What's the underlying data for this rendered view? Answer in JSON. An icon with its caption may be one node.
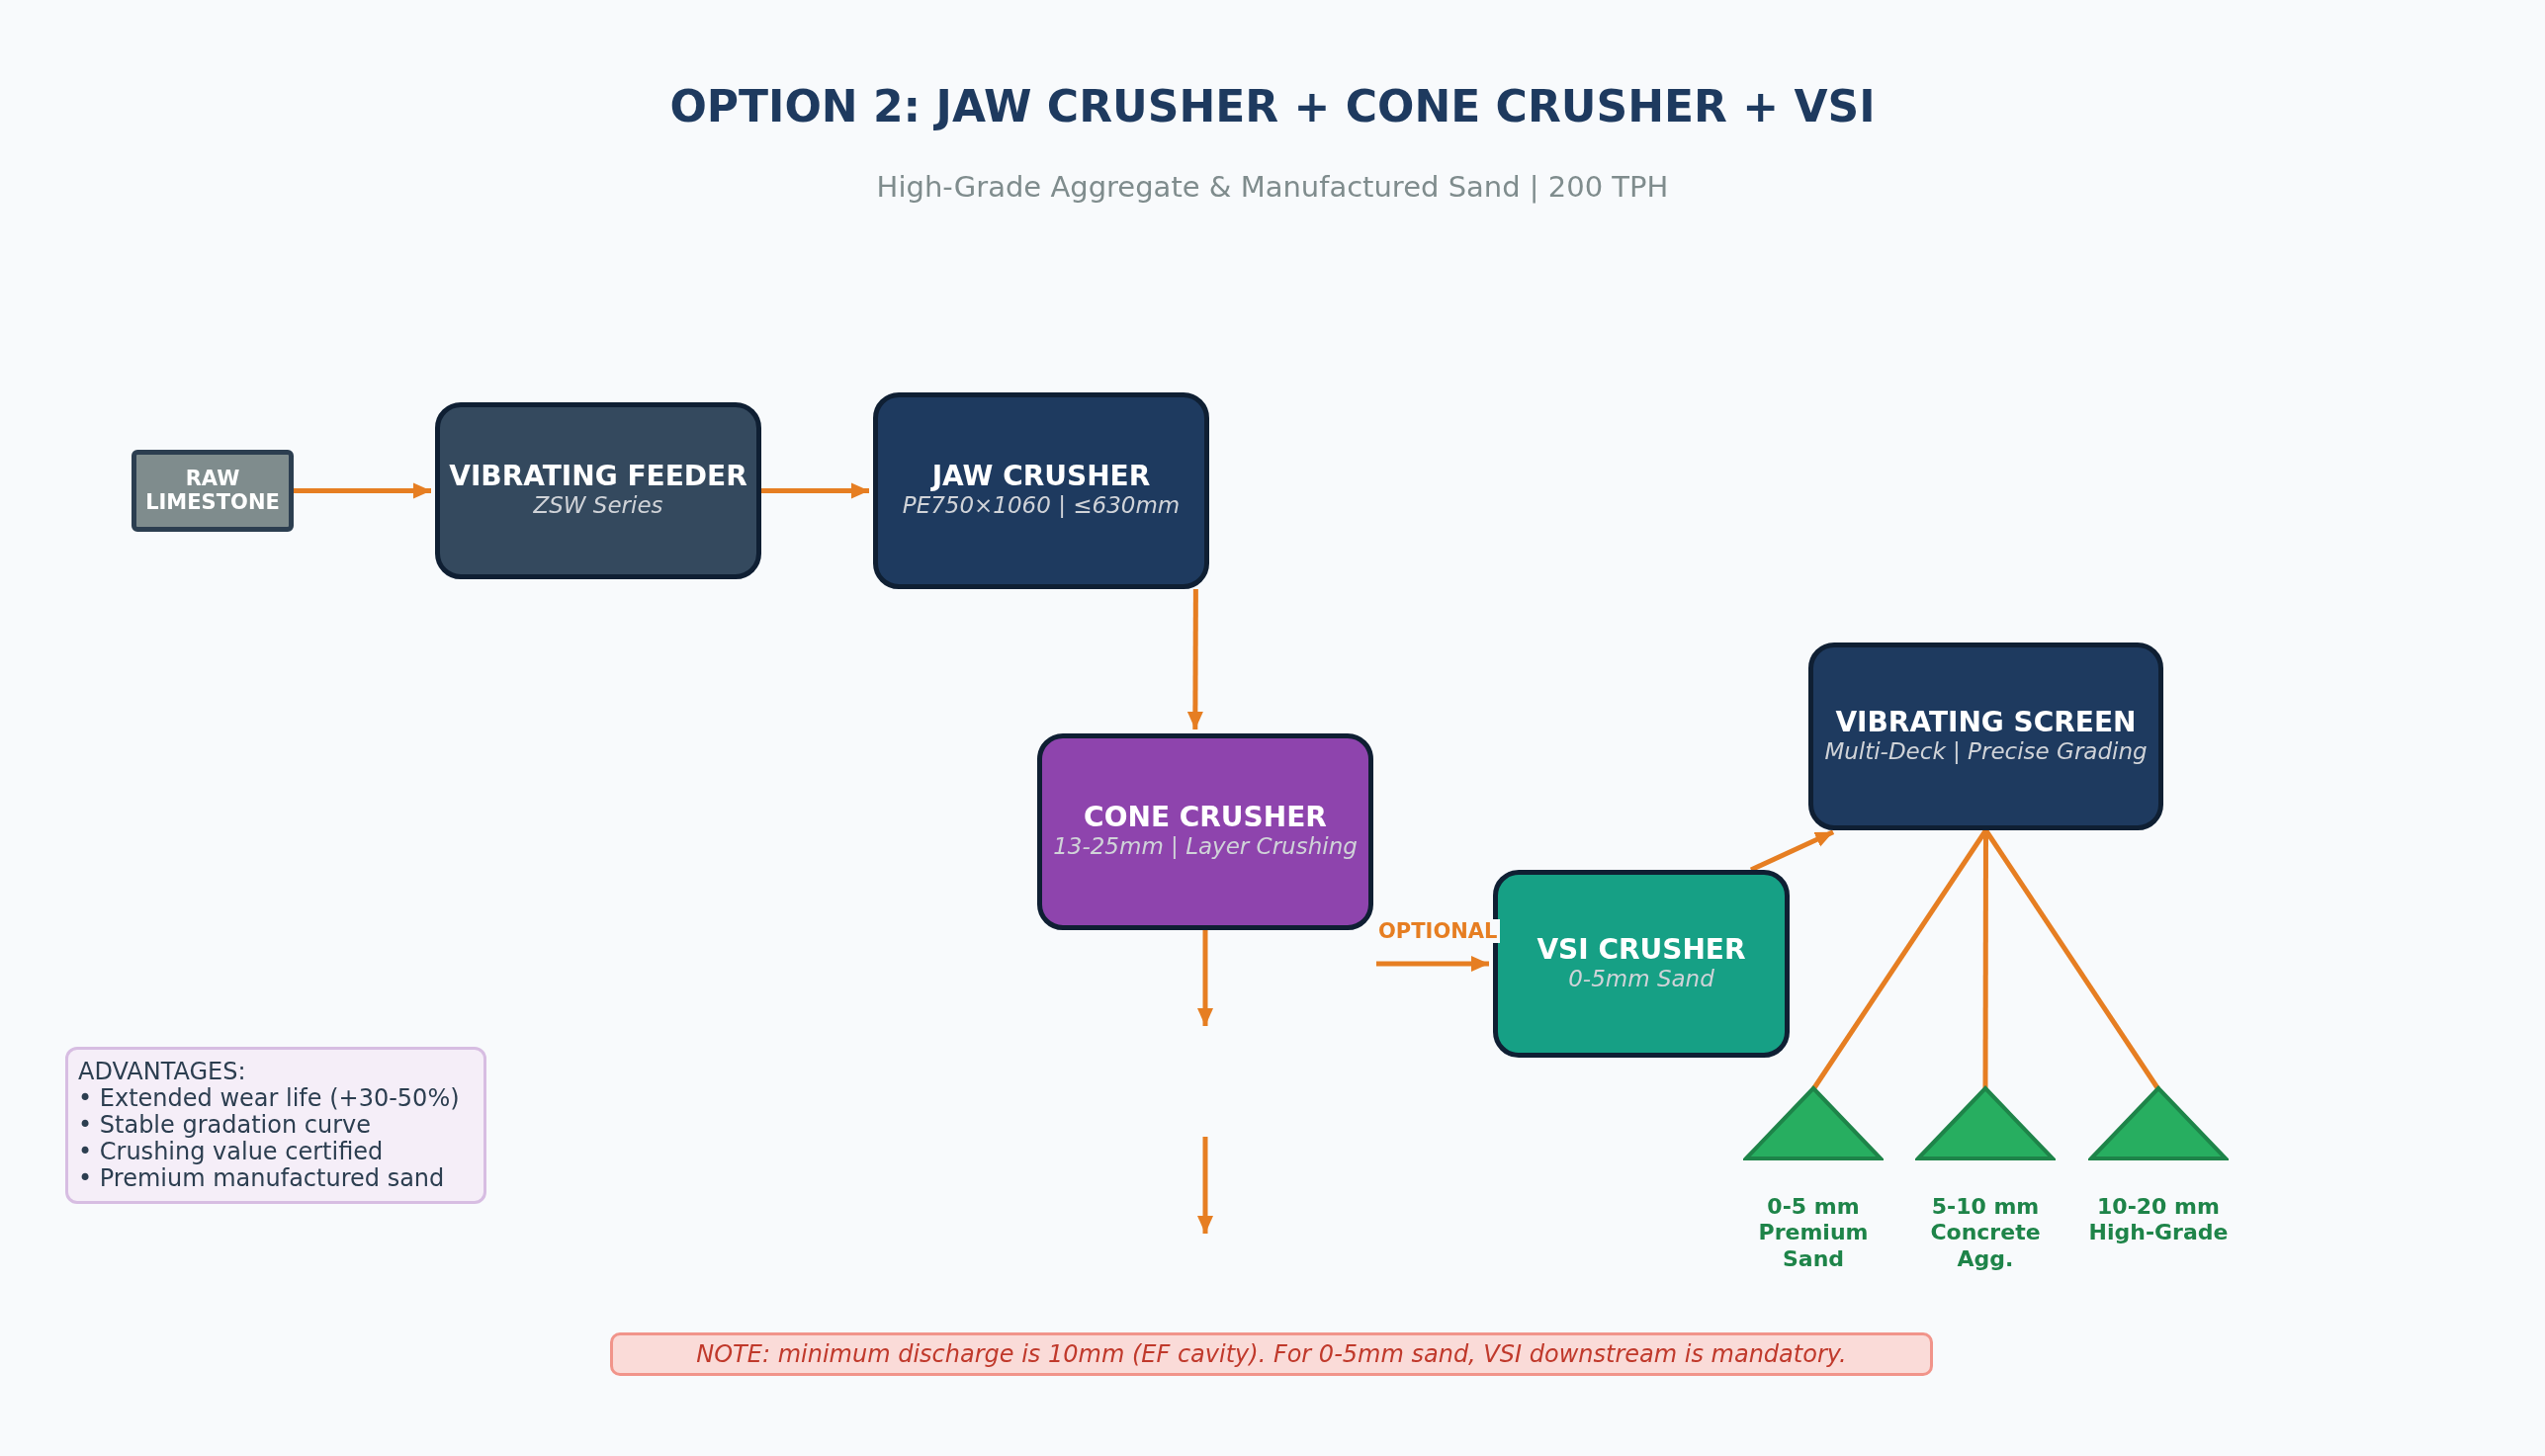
{
  "diagram": {
    "title": "OPTION 2: JAW CRUSHER + CONE CRUSHER + VSI",
    "caption": "High-Grade Aggregate & Manufactured Sand | 200 TPH",
    "nodes": [
      {
        "text": [
          "RAW LIMESTONE"
        ]
      },
      {
        "text": [
          "VIBRATING FEEDER",
          "ZSW Series"
        ]
      },
      {
        "text": [
          "JAW CRUSHER",
          "PE750×1060 | ≤630mm"
        ]
      },
      {
        "text": [
          "CONE CRUSHER",
          "13-25mm | Layer Crushing"
        ]
      },
      {
        "text": [
          "VSI CRUSHER",
          "0-5mm Sand"
        ]
      },
      {
        "text": [
          "VIBRATING SCREEN",
          "Multi-Deck | Precise Grading"
        ]
      },
      {
        "text": [],
        "shape": "triangle",
        "beside": [
          "0-5 mm Premium Sand"
        ]
      },
      {
        "text": [],
        "shape": "triangle",
        "beside": [
          "5-10 mm Concrete Agg."
        ]
      },
      {
        "text": [],
        "shape": "triangle",
        "beside": [
          "10-20 mm High-Grade"
        ]
      },
      {
        "text": [
          "ADVANTAGES:",
          "• Extended wear life (+30-50%)",
          "• Stable gradation curve",
          "• Crushing value certified",
          "• Premium manufactured sand"
        ]
      },
      {
        "text": [
          "NOTE: minimum discharge is 10mm (EF cavity). For 0-5mm sand, VSI downstream is mandatory."
        ]
      }
    ],
    "edges": [
      {
        "from": 0,
        "to": 1,
        "arrow": "to"
      },
      {
        "from": 1,
        "to": 2,
        "arrow": "to"
      },
      {
        "from": 2,
        "to": 3,
        "arrow": "to"
      },
      {
        "from": 3,
        "to": null,
        "arrow": "to"
      },
      {
        "from": null,
        "to": 4,
        "arrow": "to",
        "label": "OPTIONAL"
      },
      {
        "from": 4,
        "to": 5,
        "arrow": "to"
      },
      {
        "from": 5,
        "to": 6,
        "arrow": "none"
      },
      {
        "from": 5,
        "to": 7,
        "arrow": "none"
      },
      {
        "from": 5,
        "to": 8,
        "arrow": "none"
      }
    ]
  }
}
